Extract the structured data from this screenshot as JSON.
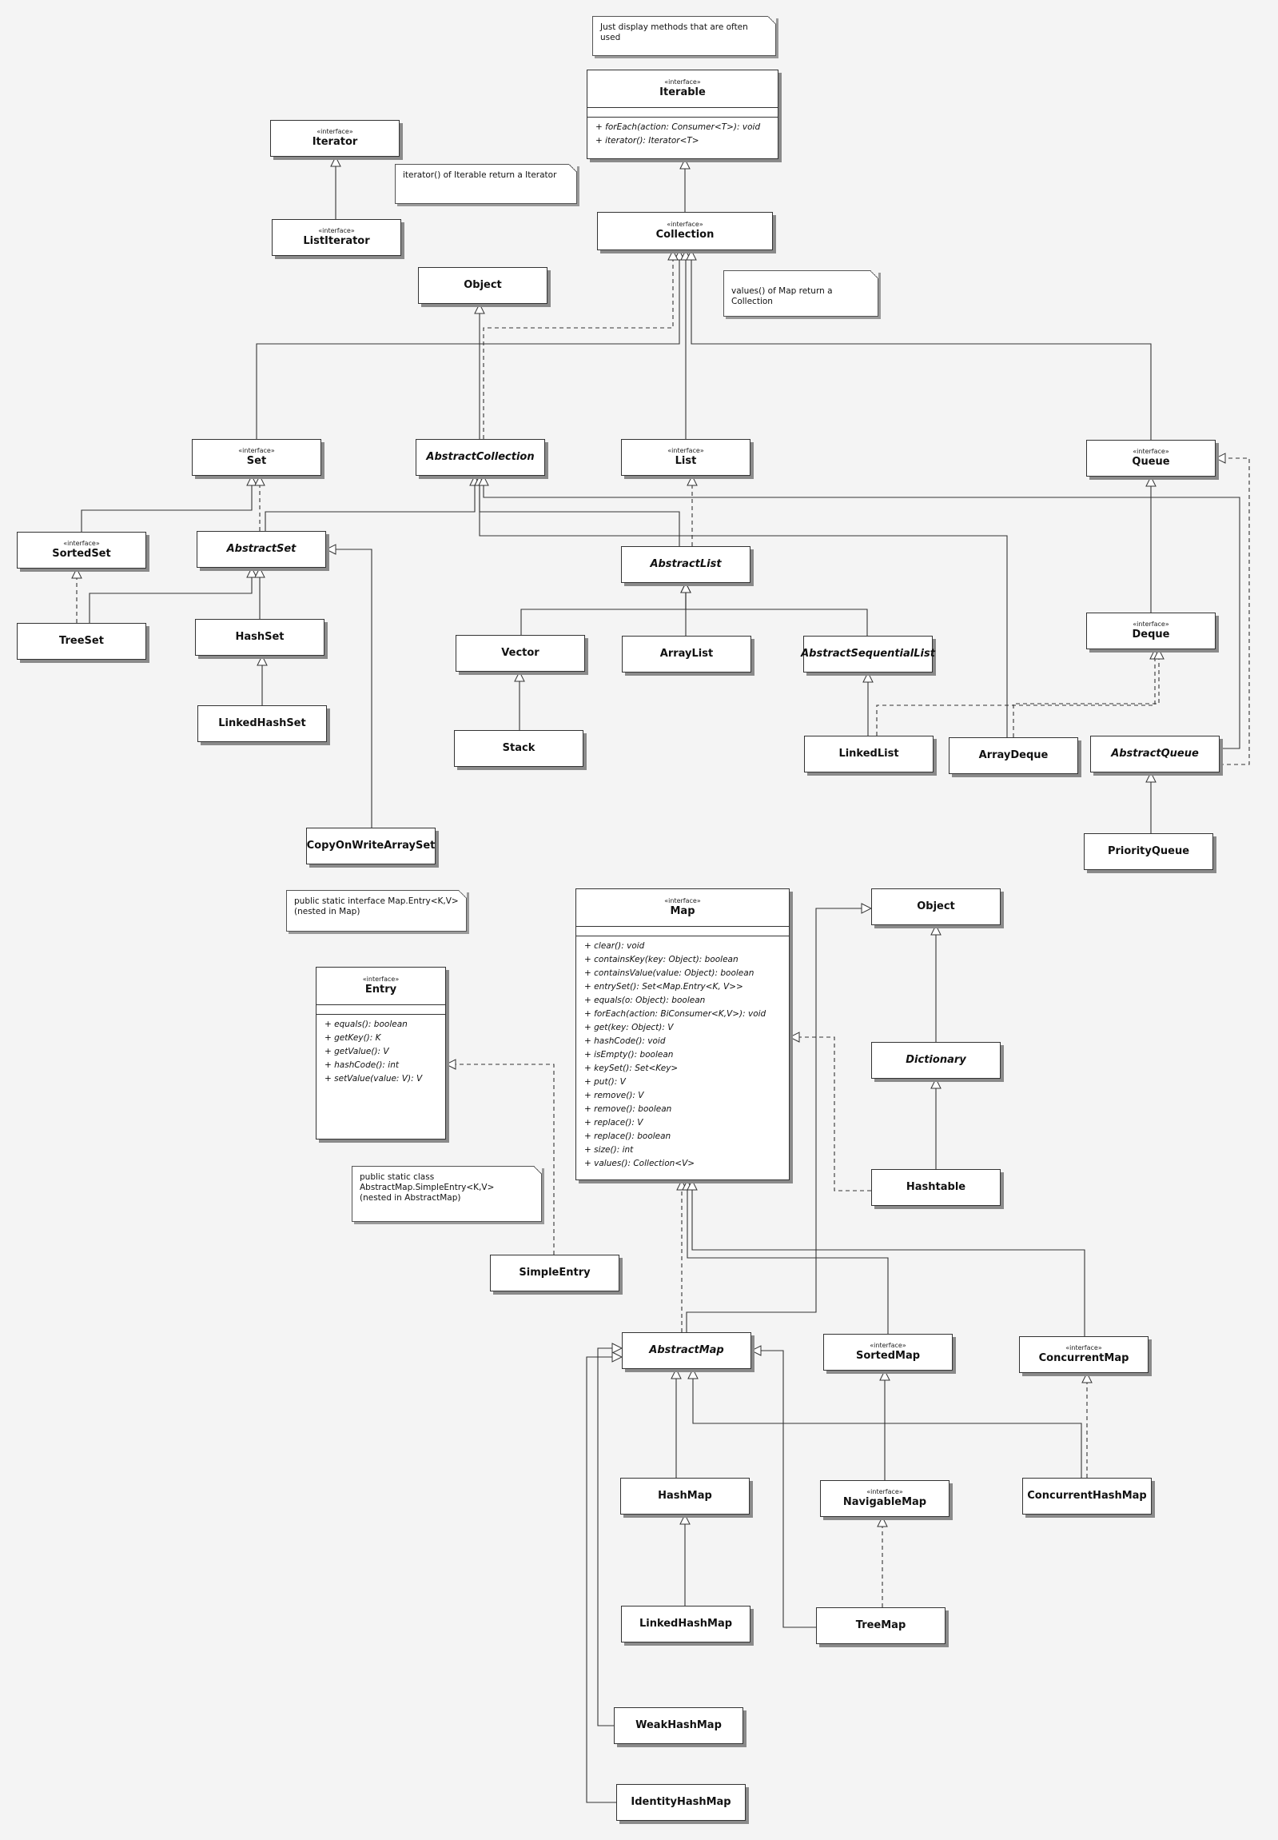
{
  "notes": {
    "often_used": "Just display methods that are often used",
    "iterator_note": "iterator() of Iterable return a Iterator",
    "values_note": "values() of Map return a Collection",
    "map_entry_note": "public static interface Map.Entry<K,V>\n(nested in Map)",
    "simple_entry_note": "public static class\nAbstractMap.SimpleEntry<K,V>\n(nested in AbstractMap)"
  },
  "stereotype": "«interface»",
  "classes": {
    "iterable": {
      "name": "Iterable",
      "methods": [
        "+ forEach(action: Consumer<T>): void",
        "+ iterator(): Iterator<T>"
      ]
    },
    "iterator": {
      "name": "Iterator"
    },
    "list_iterator": {
      "name": "ListIterator"
    },
    "collection": {
      "name": "Collection"
    },
    "object_top": {
      "name": "Object"
    },
    "set": {
      "name": "Set"
    },
    "abstract_collection": {
      "name": "AbstractCollection"
    },
    "list": {
      "name": "List"
    },
    "queue": {
      "name": "Queue"
    },
    "sorted_set": {
      "name": "SortedSet"
    },
    "abstract_set": {
      "name": "AbstractSet"
    },
    "abstract_list": {
      "name": "AbstractList"
    },
    "tree_set": {
      "name": "TreeSet"
    },
    "hash_set": {
      "name": "HashSet"
    },
    "linked_hash_set": {
      "name": "LinkedHashSet"
    },
    "vector": {
      "name": "Vector"
    },
    "array_list": {
      "name": "ArrayList"
    },
    "abstract_sequential_list": {
      "name": "AbstractSequentialList"
    },
    "deque": {
      "name": "Deque"
    },
    "stack": {
      "name": "Stack"
    },
    "linked_list": {
      "name": "LinkedList"
    },
    "array_deque": {
      "name": "ArrayDeque"
    },
    "abstract_queue": {
      "name": "AbstractQueue"
    },
    "priority_queue": {
      "name": "PriorityQueue"
    },
    "copy_on_write_array_set": {
      "name": "CopyOnWriteArraySet"
    },
    "map": {
      "name": "Map",
      "methods": [
        "+ clear(): void",
        "+ containsKey(key: Object): boolean",
        "+ containsValue(value: Object): boolean",
        "+ entrySet(): Set<Map.Entry<K, V>>",
        "+ equals(o: Object): boolean",
        "+ forEach(action: BiConsumer<K,V>): void",
        "+ get(key: Object): V",
        "+ hashCode(): void",
        "+ isEmpty(): boolean",
        "+ keySet(): Set<Key>",
        "+ put(): V",
        "+ remove(): V",
        "+ remove(): boolean",
        "+ replace(): V",
        "+ replace(): boolean",
        "+ size(): int",
        "+ values(): Collection<V>"
      ]
    },
    "object_map": {
      "name": "Object"
    },
    "entry": {
      "name": "Entry",
      "methods": [
        "+ equals(): boolean",
        "+ getKey(): K",
        "+ getValue(): V",
        "+ hashCode(): int",
        "+ setValue(value: V): V"
      ]
    },
    "dictionary": {
      "name": "Dictionary"
    },
    "hashtable": {
      "name": "Hashtable"
    },
    "simple_entry": {
      "name": "SimpleEntry"
    },
    "abstract_map": {
      "name": "AbstractMap"
    },
    "sorted_map": {
      "name": "SortedMap"
    },
    "concurrent_map": {
      "name": "ConcurrentMap"
    },
    "hash_map": {
      "name": "HashMap"
    },
    "navigable_map": {
      "name": "NavigableMap"
    },
    "concurrent_hash_map": {
      "name": "ConcurrentHashMap"
    },
    "linked_hash_map": {
      "name": "LinkedHashMap"
    },
    "tree_map": {
      "name": "TreeMap"
    },
    "weak_hash_map": {
      "name": "WeakHashMap"
    },
    "identity_hash_map": {
      "name": "IdentityHashMap"
    }
  }
}
